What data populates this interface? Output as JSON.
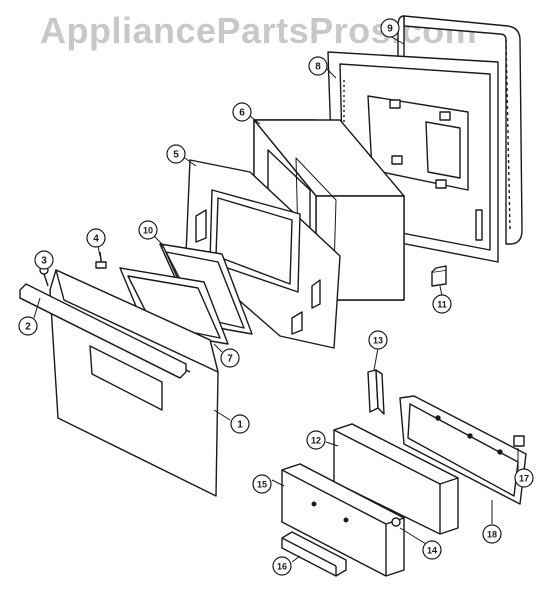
{
  "watermark": "AppliancePartsPros.com",
  "callouts": [
    {
      "id": "1",
      "label": "1"
    },
    {
      "id": "2",
      "label": "2"
    },
    {
      "id": "3",
      "label": "3"
    },
    {
      "id": "4",
      "label": "4"
    },
    {
      "id": "5",
      "label": "5"
    },
    {
      "id": "6",
      "label": "6"
    },
    {
      "id": "7",
      "label": "7"
    },
    {
      "id": "8",
      "label": "8"
    },
    {
      "id": "9",
      "label": "9"
    },
    {
      "id": "10",
      "label": "10"
    },
    {
      "id": "11",
      "label": "11"
    },
    {
      "id": "12",
      "label": "12"
    },
    {
      "id": "13",
      "label": "13"
    },
    {
      "id": "14",
      "label": "14"
    },
    {
      "id": "15",
      "label": "15"
    },
    {
      "id": "16",
      "label": "16"
    },
    {
      "id": "17",
      "label": "17"
    },
    {
      "id": "18",
      "label": "18"
    }
  ],
  "colors": {
    "line": "#1a1a1a",
    "watermark": "#c8c8c8",
    "fill": "#ffffff"
  }
}
